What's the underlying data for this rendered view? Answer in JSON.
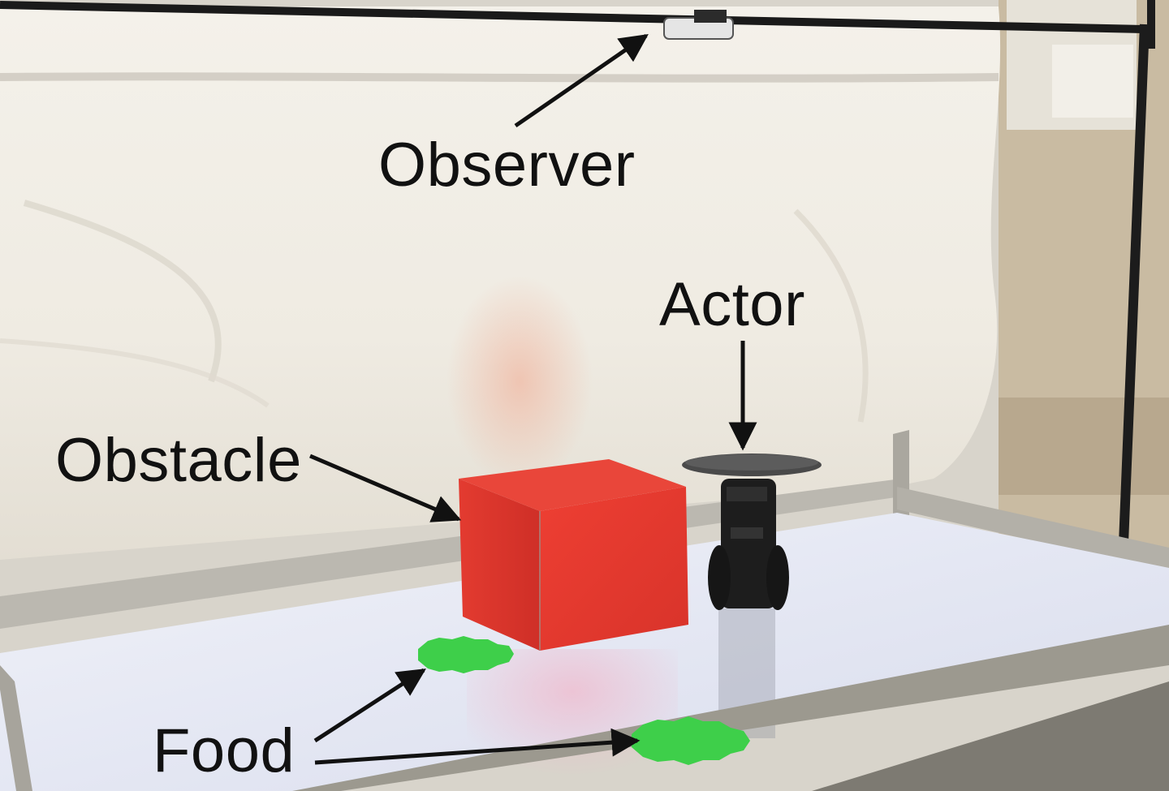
{
  "labels": {
    "observer": "Observer",
    "actor": "Actor",
    "obstacle": "Obstacle",
    "food": "Food"
  },
  "colors": {
    "obstacle_box": "#e23a30",
    "food_patch": "#3ecf4a",
    "arena_floor": "#e6e9f4",
    "backdrop_sheet": "#f3efe6",
    "frame_rail": "#b9b6ae",
    "robot_body": "#1d1d1d",
    "annotation": "#111111"
  },
  "icons": {
    "arrows": "annotation-arrow"
  }
}
